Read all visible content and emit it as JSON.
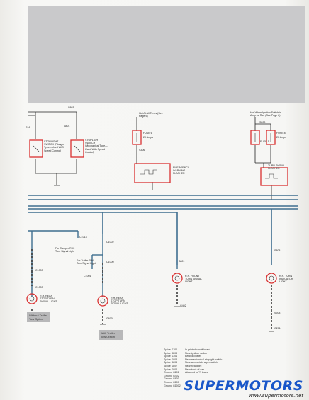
{
  "header": {
    "fill": "#c9c9cb"
  },
  "colors": {
    "wire_blue": "#3e6e8f",
    "wire_black": "#222222",
    "highlight_red": "#d93030",
    "watermark_blue": "#1a57c9"
  },
  "top": {
    "s803": "S803",
    "s804": "S804",
    "c18": "C18",
    "stoplight_switch_1": "STOPLIGHT SWITCH (Plunger Type—Used W/O Speed Control)",
    "stoplight_switch_2": "STOPLIGHT SWITCH (Mechanical Type—Used With Speed Control)",
    "hot_at_all_times": "Hot At All Times (See Page 9)",
    "fuse_6": "FUSE 6",
    "fuse_6_amps": "20 Amps",
    "s306": "S306",
    "hot_ign": "Hot When Ignition Switch in Accy. or Run (See Page 8)",
    "s200": "S200",
    "fuse_1": "FUSE 1",
    "fuse_8": "FUSE 8",
    "fuse_8_amps": "20 Amps",
    "emergency_flasher": "EMERGENCY WARNING FLASHER",
    "turn_flasher": "TURN SIGNAL FLASHER"
  },
  "middle": {
    "c1013": "C1013",
    "for_camper": "For Camper R.H. Turn Signal Light",
    "for_trailer": "For Trailer R.H. Turn Signal Light",
    "c1003": "C1003",
    "c1002": "C1002",
    "c1000": "C1000",
    "c1001": "C1001",
    "s801": "S801",
    "s808": "S808",
    "c1003b": "C1003",
    "g600": "G600"
  },
  "lamps": {
    "rh_rear_1": "R.H. REAR STOP TURN SIGNAL LIGHT",
    "rh_rear_2": "R.H. REAR STOP TURN SIGNAL LIGHT",
    "rh_front": "R.H. FRONT TURN SIGNAL LIGHT",
    "rh_turn_ind": "R.H. TURN INDICATOR LIGHT",
    "g402": "G402",
    "g2": "G2",
    "s208": "S208",
    "g201": "G201"
  },
  "notes": {
    "without_trailer": "Without Trailer Tow Option",
    "with_trailer": "With Trailer Tow Option"
  },
  "legend": {
    "rows": [
      {
        "code": "Splice S100",
        "desc": "In printed circuit board"
      },
      {
        "code": "Splice S208",
        "desc": "Near ignition switch"
      },
      {
        "code": "Splice S301",
        "desc": "Behind cluster"
      },
      {
        "code": "Splice S803",
        "desc": "Near mechanical stoplight switch"
      },
      {
        "code": "Splice S804",
        "desc": "Near windshield wiper switch"
      },
      {
        "code": "Splice S807",
        "desc": "Near headlight"
      },
      {
        "code": "Splice S804",
        "desc": "Near back of cab"
      },
      {
        "code": "Ground G201",
        "desc": "Attached to \"I\" brace"
      },
      {
        "code": "Ground G402",
        "desc": ""
      },
      {
        "code": "Ground G600",
        "desc": ""
      },
      {
        "code": "Ground G100",
        "desc": ""
      },
      {
        "code": "Ground G1002",
        "desc": ""
      }
    ]
  },
  "watermark": {
    "logo": "SUPERMOTORS",
    "url": "www.supermotors.net"
  }
}
